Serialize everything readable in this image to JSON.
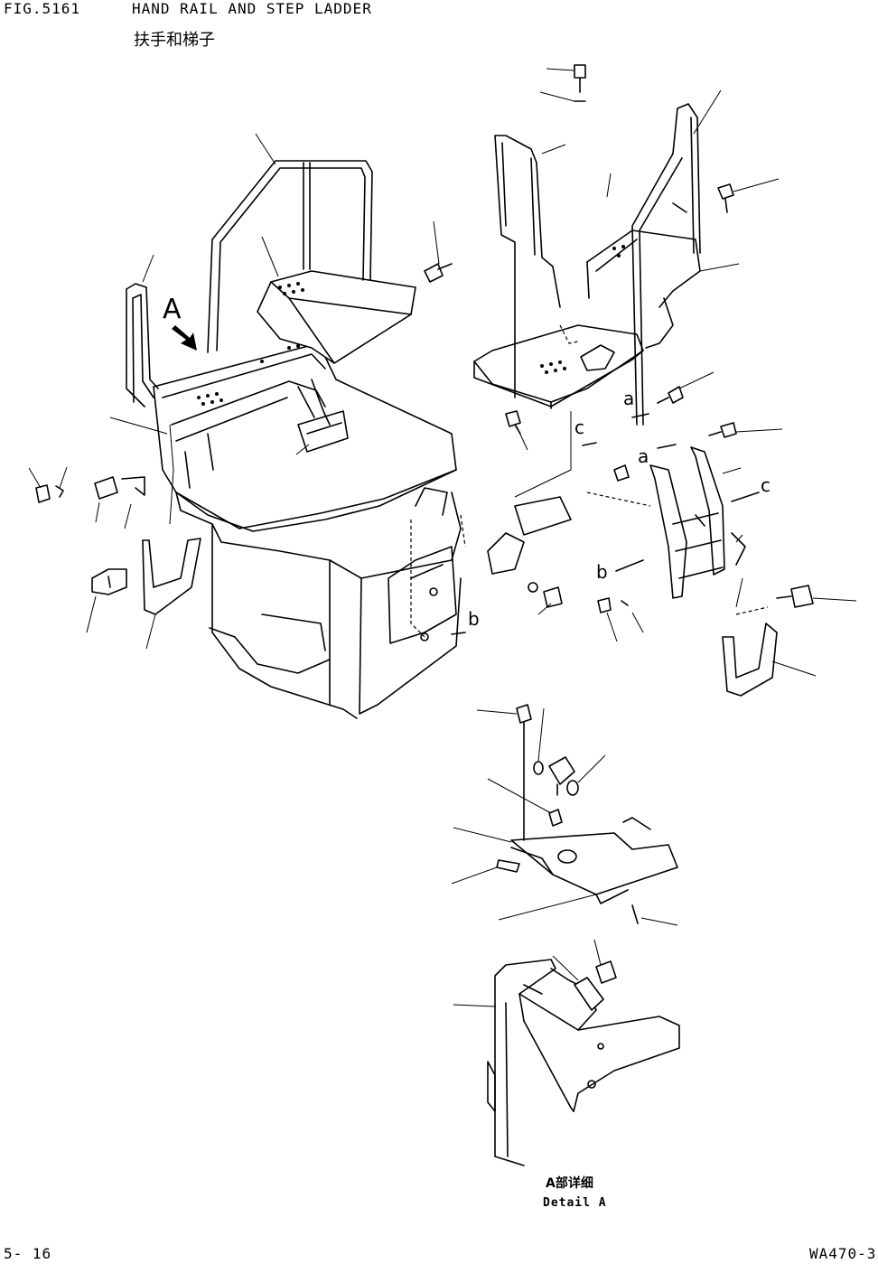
{
  "header": {
    "figure_number": "FIG.5161",
    "title": "HAND RAIL AND STEP LADDER",
    "title_cn": "扶手和梯子"
  },
  "detail": {
    "label_cn": "A部详细",
    "label_en": "Detail A"
  },
  "footer": {
    "page": "5- 16",
    "model": "WA470-3"
  },
  "callouts": {
    "view_arrow": "A",
    "a1": "a",
    "a2": "a",
    "b1": "b",
    "b2": "b",
    "c1": "c",
    "c2": "c"
  }
}
